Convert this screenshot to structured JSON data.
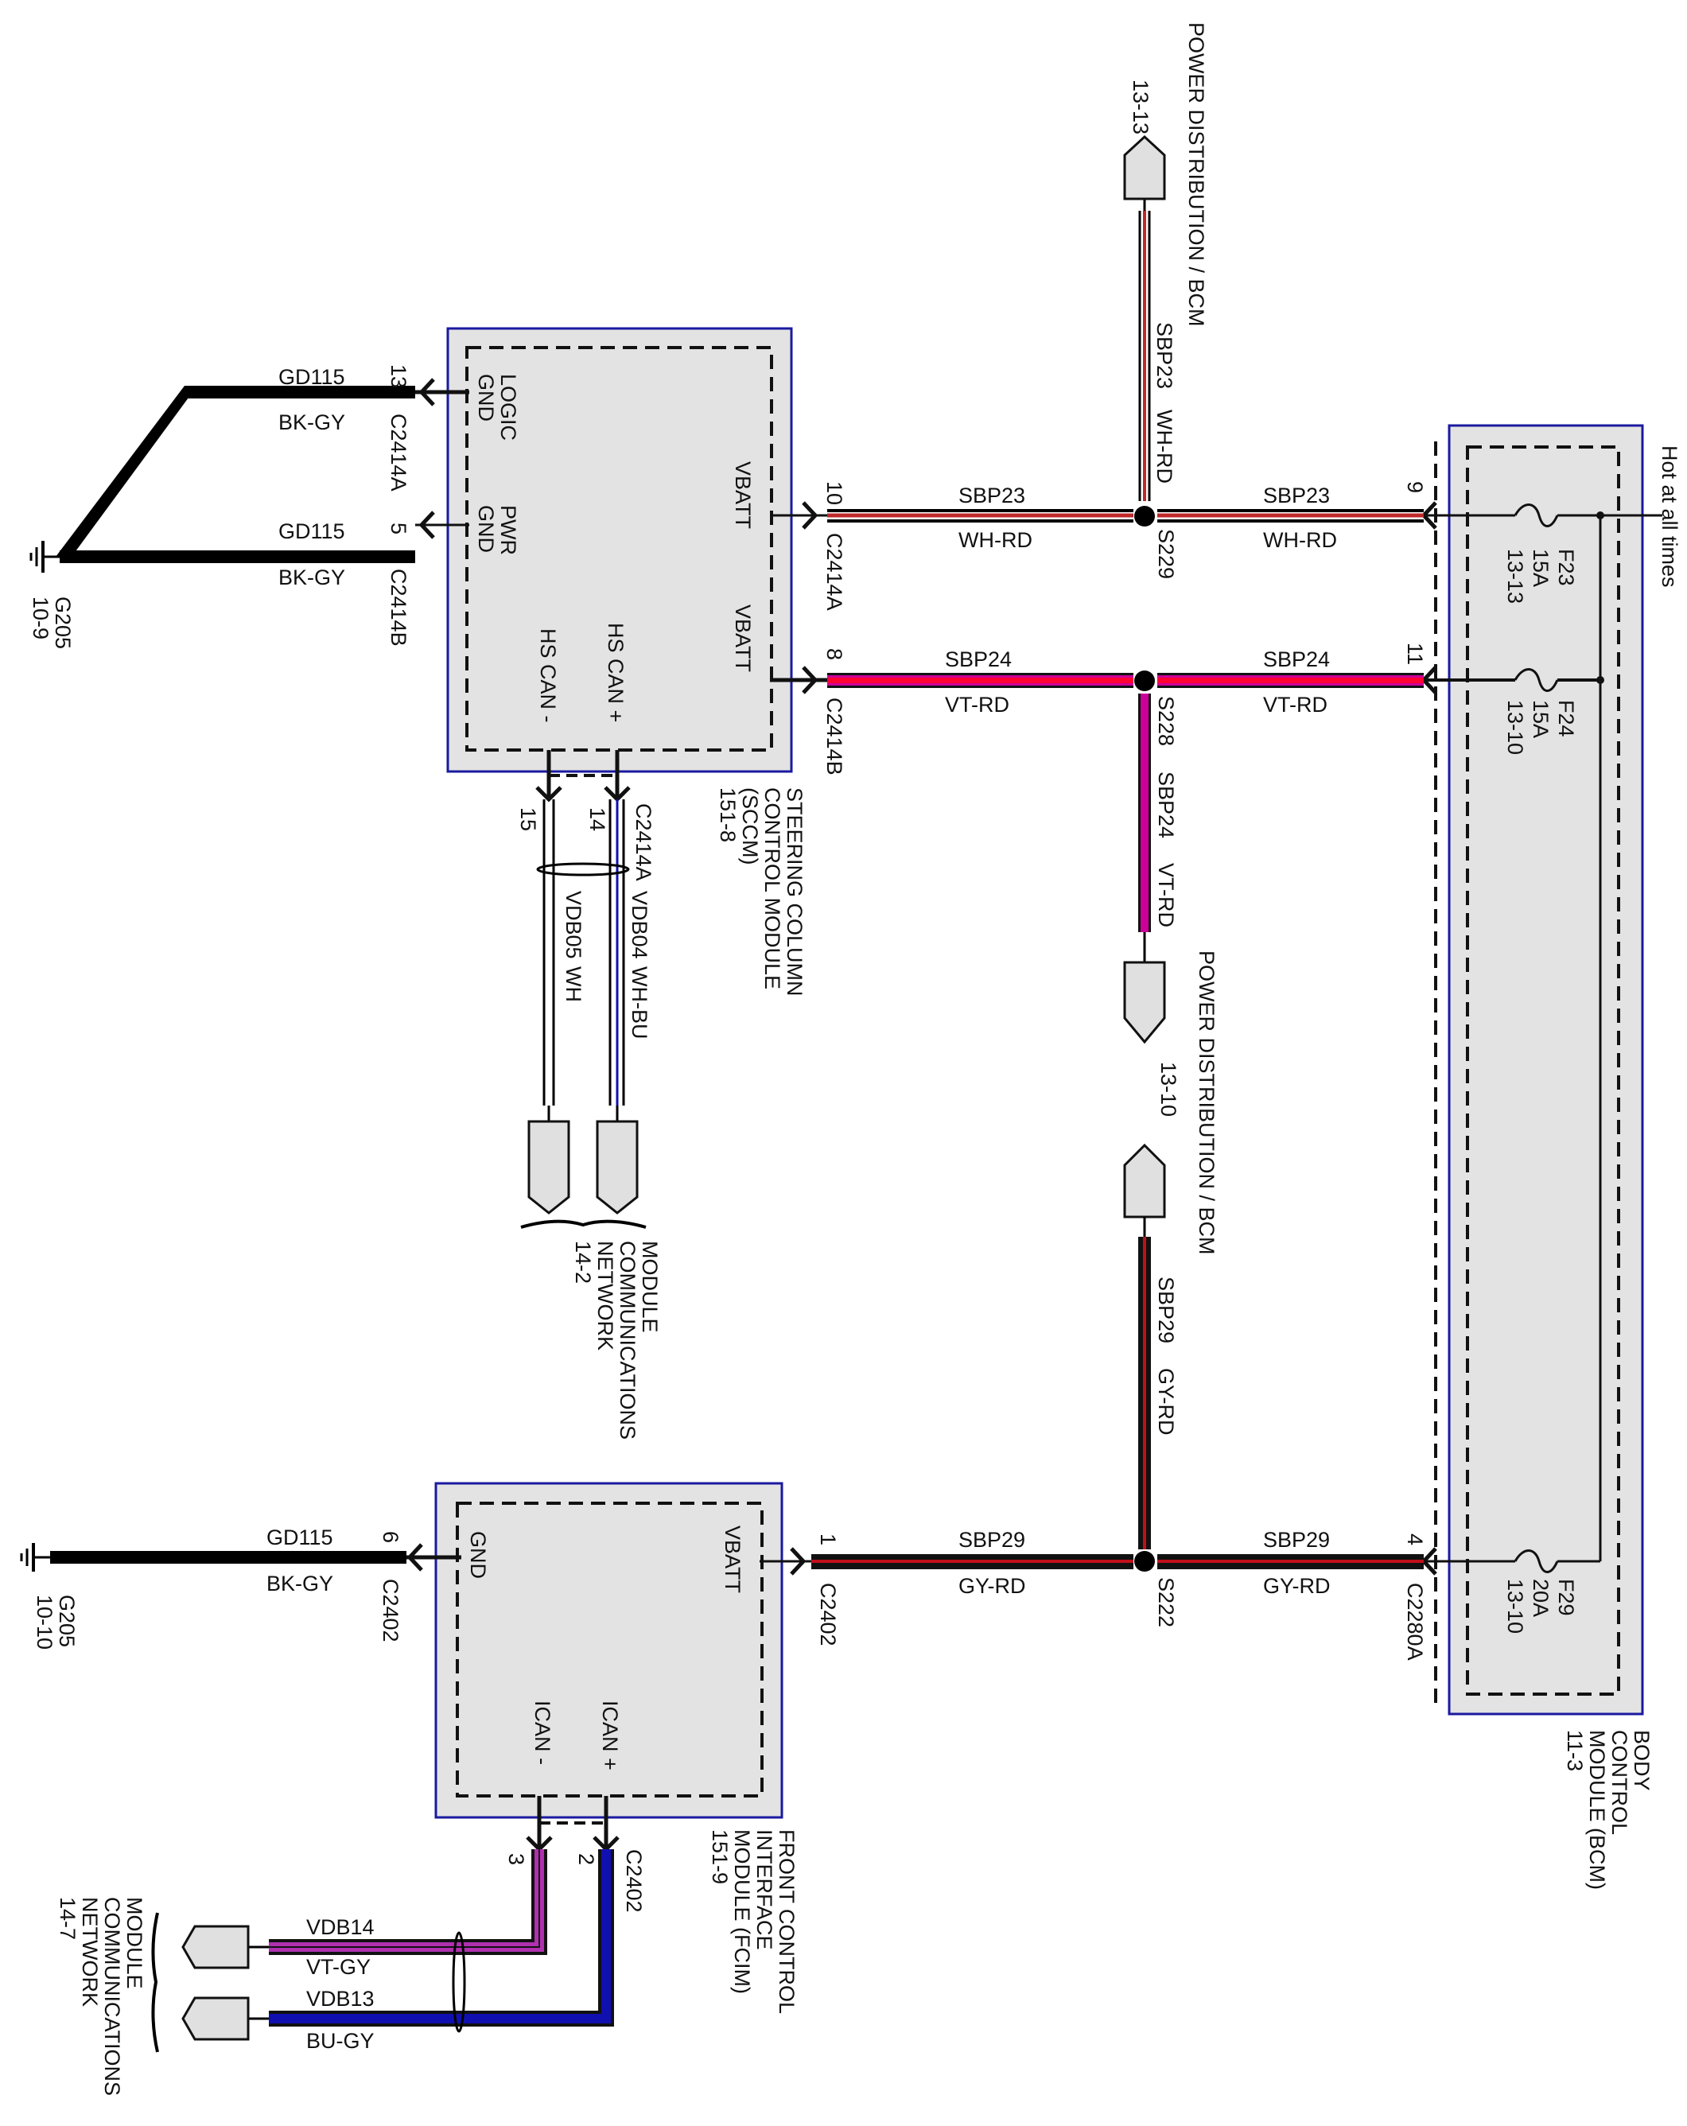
{
  "colors": {
    "module_border": "#1a1aa0",
    "module_fill": "#e3e3e3",
    "wire_black": "#000000",
    "wire_red": "#c0282a",
    "wire_violet": "#cc0099",
    "wire_violet_red_stripe": "#ff0033",
    "wire_gy_rd_stripe": "#c0101a",
    "wire_blue": "#1010b0",
    "wire_vt_gy": "#b030b0"
  },
  "modules": {
    "sccm": {
      "name_lines": [
        "STEERING COLUMN",
        "CONTROL MODULE",
        "(SCCM)",
        "151-8"
      ],
      "pins": {
        "logic_gnd": [
          "LOGIC",
          "GND"
        ],
        "pwr_gnd": [
          "PWR",
          "GND"
        ],
        "vbatt_a": "VBATT",
        "vbatt_b": "VBATT",
        "hs_can_plus": "HS CAN +",
        "hs_can_minus": "HS CAN -"
      }
    },
    "fcim": {
      "name_lines": [
        "FRONT CONTROL",
        "INTERFACE",
        "MODULE (FCIM)",
        "151-9"
      ],
      "pins": {
        "gnd": "GND",
        "vbatt": "VBATT",
        "ican_plus": "ICAN +",
        "ican_minus": "ICAN -"
      }
    },
    "bcm": {
      "name_lines": [
        "BODY",
        "CONTROL",
        "MODULE (BCM)",
        "11-3"
      ],
      "hot_label": "Hot at all times",
      "fuses": [
        {
          "id": "F23",
          "rating": "15A",
          "ref": "13-13"
        },
        {
          "id": "F24",
          "rating": "15A",
          "ref": "13-10"
        },
        {
          "id": "F29",
          "rating": "20A",
          "ref": "13-10"
        }
      ]
    }
  },
  "wires": {
    "sbp23_left": {
      "circuit": "SBP23",
      "color": "WH-RD",
      "pin": "10",
      "connector": "C2414A"
    },
    "sbp23_right": {
      "circuit": "SBP23",
      "color": "WH-RD",
      "pin": "9"
    },
    "sbp23_up": {
      "circuit": "SBP23",
      "color": "WH-RD"
    },
    "sbp24_left": {
      "circuit": "SBP24",
      "color": "VT-RD",
      "pin": "8",
      "connector": "C2414B"
    },
    "sbp24_right": {
      "circuit": "SBP24",
      "color": "VT-RD",
      "pin": "11"
    },
    "sbp24_down": {
      "circuit": "SBP24",
      "color": "VT-RD"
    },
    "sbp29_left": {
      "circuit": "SBP29",
      "color": "GY-RD",
      "pin": "1",
      "connector": "C2402"
    },
    "sbp29_right": {
      "circuit": "SBP29",
      "color": "GY-RD",
      "pin": "4",
      "connector": "C2280A"
    },
    "sbp29_up": {
      "circuit": "SBP29",
      "color": "GY-RD"
    },
    "gd115_logic": {
      "circuit": "GD115",
      "color": "BK-GY",
      "pin": "13",
      "connector": "C2414A"
    },
    "gd115_pwr": {
      "circuit": "GD115",
      "color": "BK-GY",
      "pin": "5",
      "connector": "C2414B"
    },
    "gd115_fcim": {
      "circuit": "GD115",
      "color": "BK-GY",
      "pin": "6",
      "connector": "C2402"
    },
    "vdb04": {
      "circuit": "VDB04",
      "color": "WH-BU",
      "pin": "14",
      "connector": "C2414A"
    },
    "vdb05": {
      "circuit": "VDB05",
      "color": "WH",
      "pin": "15"
    },
    "vdb14": {
      "circuit": "VDB14",
      "color": "VT-GY",
      "pin": "3"
    },
    "vdb13": {
      "circuit": "VDB13",
      "color": "BU-GY",
      "pin": "2",
      "connector": "C2402"
    }
  },
  "splices": {
    "s229": "S229",
    "s228": "S228",
    "s222": "S222"
  },
  "grounds": {
    "g205_top": {
      "id": "G205",
      "ref": "10-9"
    },
    "g205_bottom": {
      "id": "G205",
      "ref": "10-10"
    }
  },
  "references": {
    "pd_bcm_top": {
      "title": "POWER DISTRIBUTION / BCM",
      "ref": "13-13"
    },
    "pd_bcm_mid": {
      "title": "POWER DISTRIBUTION / BCM",
      "ref": "13-10"
    },
    "mcn_top": {
      "title_lines": [
        "MODULE",
        "COMMUNICATIONS",
        "NETWORK"
      ],
      "ref": "14-2"
    },
    "mcn_bottom": {
      "title_lines": [
        "MODULE",
        "COMMUNICATIONS",
        "NETWORK"
      ],
      "ref": "14-7"
    }
  }
}
